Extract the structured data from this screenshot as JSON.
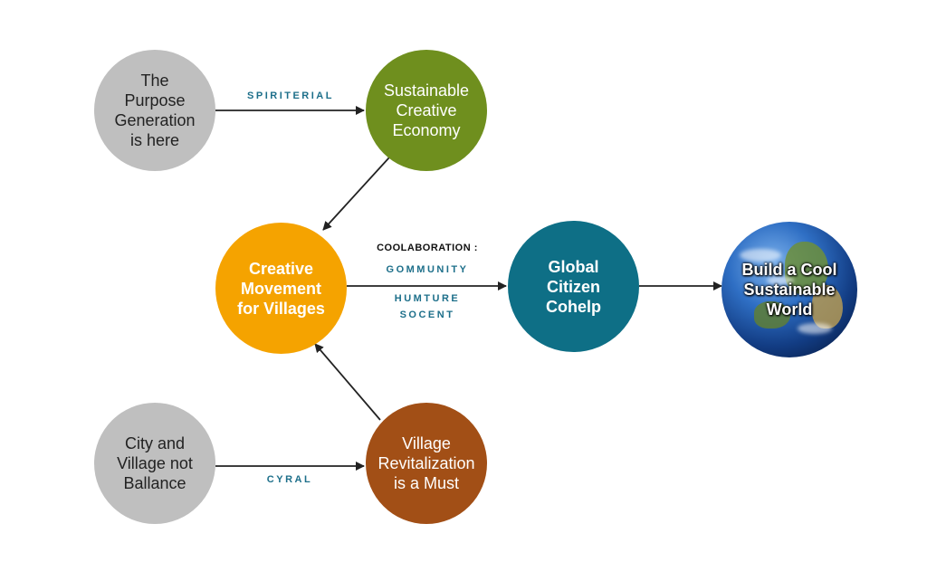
{
  "colors": {
    "gray_node": "#bfbfbf",
    "green_node": "#6f8f1e",
    "orange_node": "#f5a300",
    "teal_node": "#0e6f86",
    "brown_node": "#a24f16",
    "edge_label": "#1d6f8a",
    "edge_heading": "#111111",
    "arrow": "#222222"
  },
  "nodes": {
    "purpose": {
      "label": "The\nPurpose\nGeneration\nis here"
    },
    "economy": {
      "label": "Sustainable\nCreative\nEconomy"
    },
    "movement": {
      "label": "Creative\nMovement\nfor Villages"
    },
    "global": {
      "label": "Global\nCitizen\nCohelp"
    },
    "world": {
      "label": "Build a Cool\nSustainable\nWorld",
      "icon": "globe-icon"
    },
    "city": {
      "label": "City and\nVillage not\nBallance"
    },
    "village": {
      "label": "Village\nRevitalization\nis a Must"
    }
  },
  "edges": {
    "purpose_to_economy": {
      "label": "SPIRITERIAL"
    },
    "movement_to_global": {
      "heading": "COOLABORATION :",
      "label_top": "GOMMUNITY",
      "label_bottom_1": "HUMTURE",
      "label_bottom_2": "SOCENT"
    },
    "city_to_village": {
      "label": "CYRAL"
    }
  }
}
